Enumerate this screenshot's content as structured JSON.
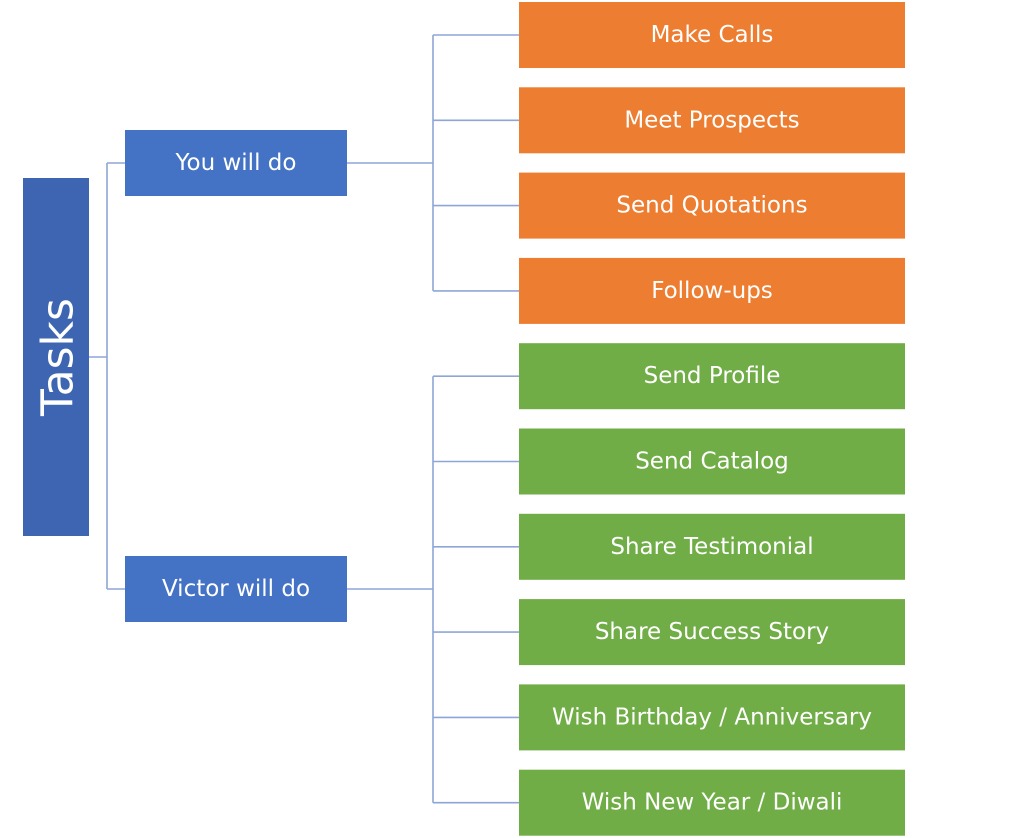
{
  "root": {
    "label": "Tasks"
  },
  "groups": [
    {
      "label": "You will do",
      "items": [
        "Make Calls",
        "Meet Prospects",
        "Send Quotations",
        "Follow-ups"
      ]
    },
    {
      "label": "Victor will do",
      "items": [
        "Send Profile",
        "Send Catalog",
        "Share Testimonial",
        "Share Success Story",
        "Wish Birthday / Anniversary",
        "Wish New Year / Diwali"
      ]
    }
  ],
  "colors": {
    "root": "#3d65b2",
    "group": "#4472c4",
    "items": [
      "#ed7d31",
      "#70ad47"
    ],
    "connector": "#8ea6d7",
    "text": "#ffffff"
  }
}
